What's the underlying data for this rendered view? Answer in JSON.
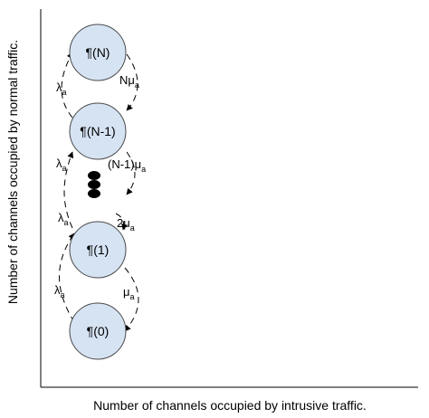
{
  "states": [
    {
      "id": "N",
      "label": "¶(N)"
    },
    {
      "id": "N-1",
      "label": "¶(N-1)"
    },
    {
      "id": "1",
      "label": "¶(1)"
    },
    {
      "id": "0",
      "label": "¶(0)"
    }
  ],
  "rates": {
    "arrival_symbol": "λ",
    "arrival_sub": "a",
    "service_sub": "a",
    "service_top_coef": "Nμ",
    "service_n1_coef": "(N-1)μ",
    "service_2_coef": "2μ",
    "service_1_coef": "μ"
  },
  "axes": {
    "x_label": "Number of channels occupied by intrusive traffic.",
    "y_label": "Number of channels occupied by normal traffic."
  },
  "colors": {
    "state_fill": "#d6e3f3",
    "state_stroke": "#4a4a4a",
    "axis": "#000000",
    "dots": "#000000"
  }
}
